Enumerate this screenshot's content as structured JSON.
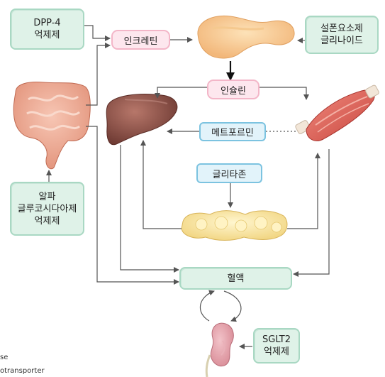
{
  "boxes": {
    "dpp4": "DPP-4\n억제제",
    "sulfonylurea": "설폰요소제\n글리나이드",
    "alpha_glucosidase": "알파\n글루코시다아제\n억제제",
    "sglt2": "SGLT2\n억제제"
  },
  "pills": {
    "incretin": "인크레틴",
    "insulin": "인슐린"
  },
  "blue_boxes": {
    "metformin": "메트포르민",
    "glitazone": "글리타존"
  },
  "blood": "혈액",
  "cut_text": {
    "line1": "se",
    "line2": "otransporter"
  },
  "colors": {
    "green_fill": "#dff2e8",
    "pink_fill": "#fde7ee",
    "blue_fill": "#e2f3fa",
    "arrow": "#555555"
  }
}
